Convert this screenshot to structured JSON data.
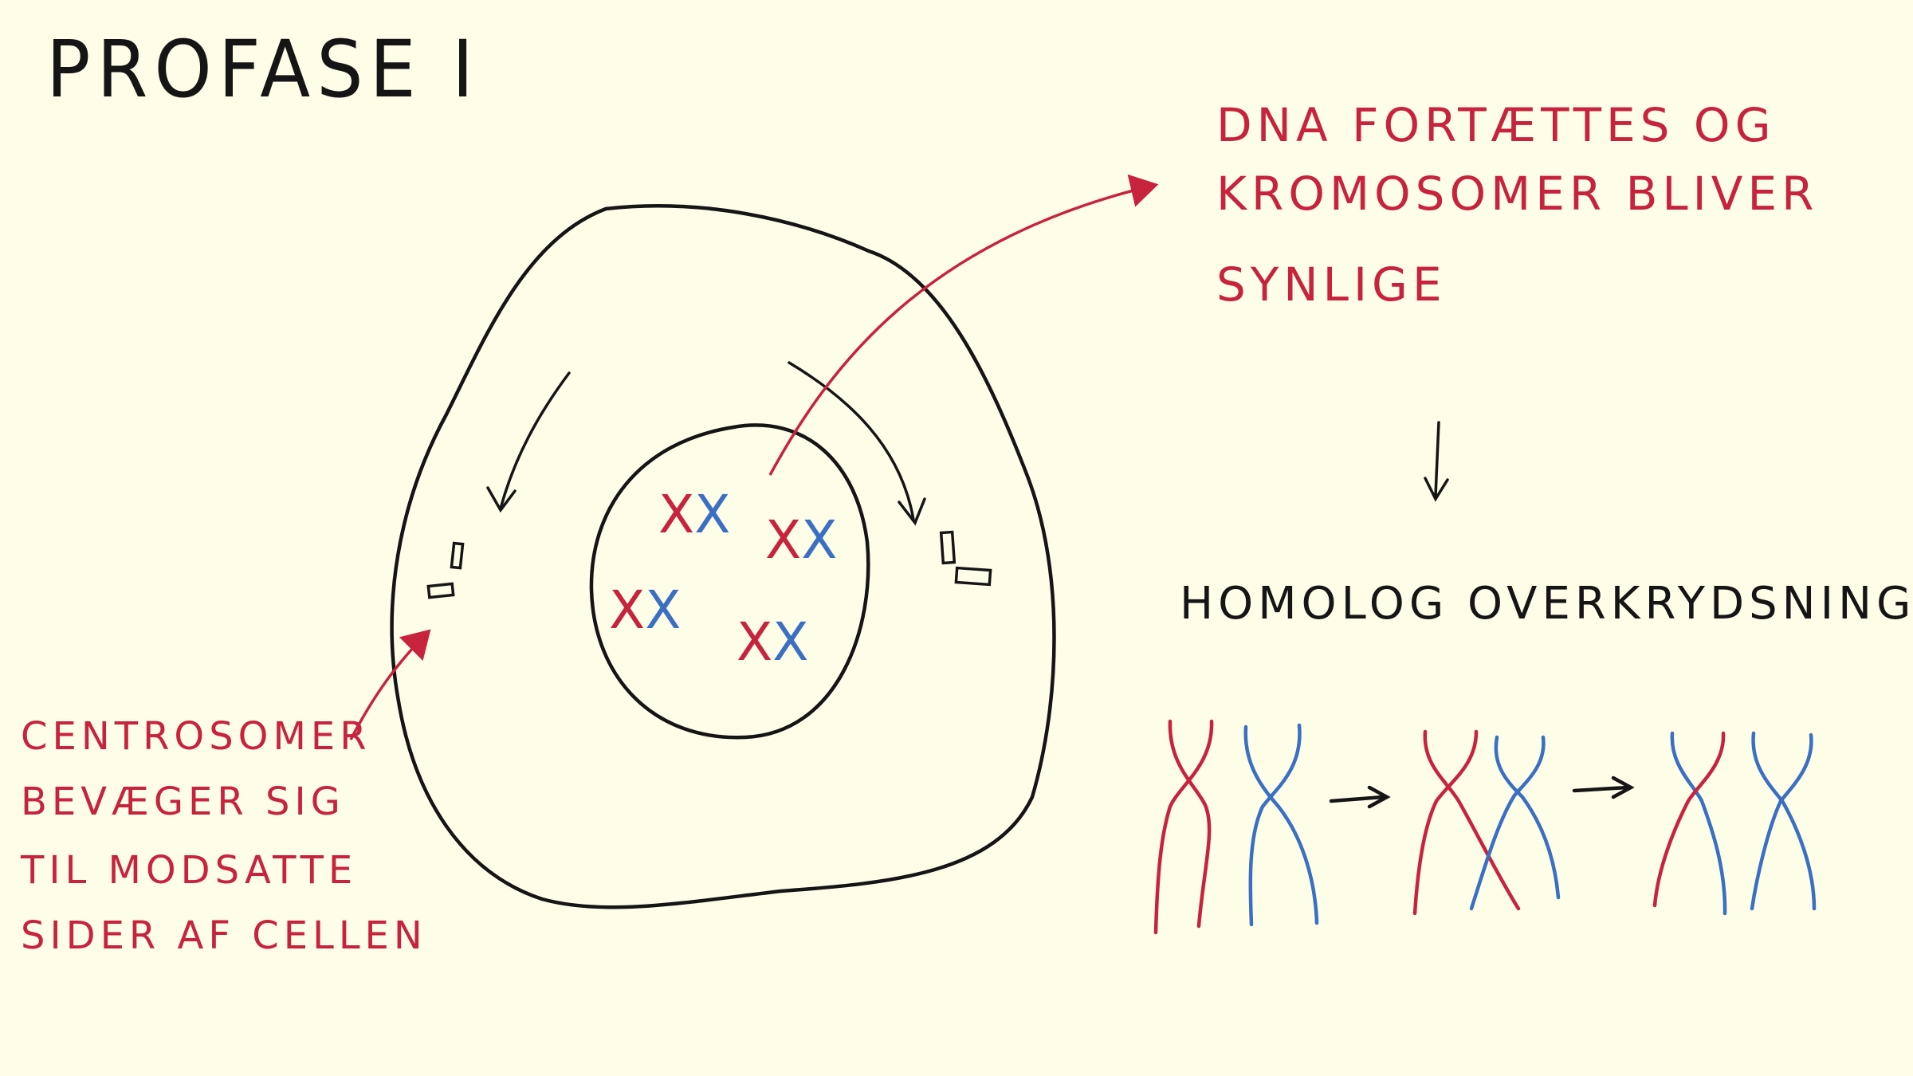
{
  "title": "PROFASE I",
  "dna_note": {
    "lines": [
      "DNA FORTÆTTES OG",
      "KROMOSOMER BLIVER",
      "SYNLIGE"
    ]
  },
  "centrosome_note": {
    "lines": [
      "CENTROSOMER",
      "BEVÆGER SIG",
      "TIL MODSATTE",
      "SIDER AF CELLEN"
    ]
  },
  "homolog_label": "HOMOLOG OVERKRYDSNING",
  "chromosome_labels": [
    "XX",
    "XX",
    "XX",
    "XX"
  ],
  "colors": {
    "background": "#fdfde8",
    "ink": "#151515",
    "maternal_red": "#c8233c",
    "paternal_blue": "#3a6fc4"
  }
}
